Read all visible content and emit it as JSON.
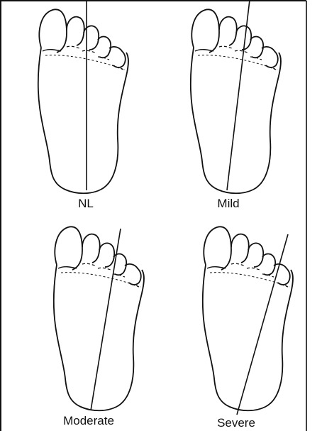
{
  "diagram": {
    "panels": [
      {
        "id": "nl",
        "label": "NL"
      },
      {
        "id": "mild",
        "label": "Mild"
      },
      {
        "id": "moderate",
        "label": "Moderate"
      },
      {
        "id": "severe",
        "label": "Severe"
      }
    ]
  },
  "colors": {
    "ink": "#111111",
    "background": "#ffffff"
  }
}
